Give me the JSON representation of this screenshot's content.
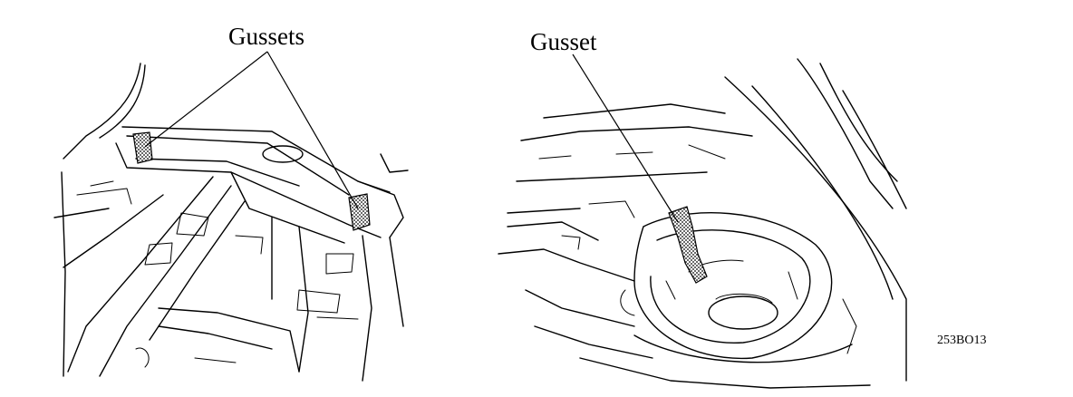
{
  "labels": {
    "left_callout": "Gussets",
    "right_callout": "Gusset",
    "figure_code": "253BO13"
  },
  "colors": {
    "line": "#000000",
    "background": "#ffffff"
  }
}
